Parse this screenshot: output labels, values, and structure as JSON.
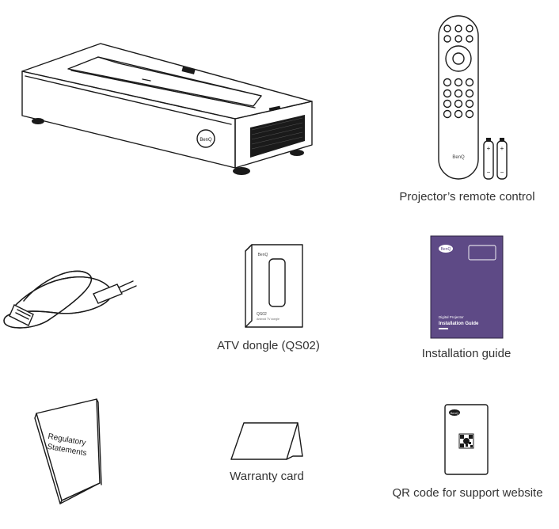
{
  "items": [
    {
      "id": "projector",
      "label": "",
      "logo_text": "BenQ"
    },
    {
      "id": "remote",
      "label": "Projector’s remote control",
      "logo_text": "BenQ"
    },
    {
      "id": "power_cord",
      "label": ""
    },
    {
      "id": "atv_dongle",
      "label": "ATV dongle (QS02)",
      "box_text": "QS02",
      "box_subtext": "Android TV dongle",
      "logo_text": "BenQ"
    },
    {
      "id": "installation_guide",
      "label": "Installation guide",
      "cover_line1": "Digital Projector",
      "cover_line2": "Installation Guide",
      "logo_text": "BenQ",
      "cover_color": "#5e4a86"
    },
    {
      "id": "regulatory",
      "label": "",
      "booklet_line1": "Regulatory",
      "booklet_line2": "Statements"
    },
    {
      "id": "warranty",
      "label": "Warranty card"
    },
    {
      "id": "qr_card",
      "label": "QR code for support website",
      "logo_text": "BenQ"
    }
  ]
}
